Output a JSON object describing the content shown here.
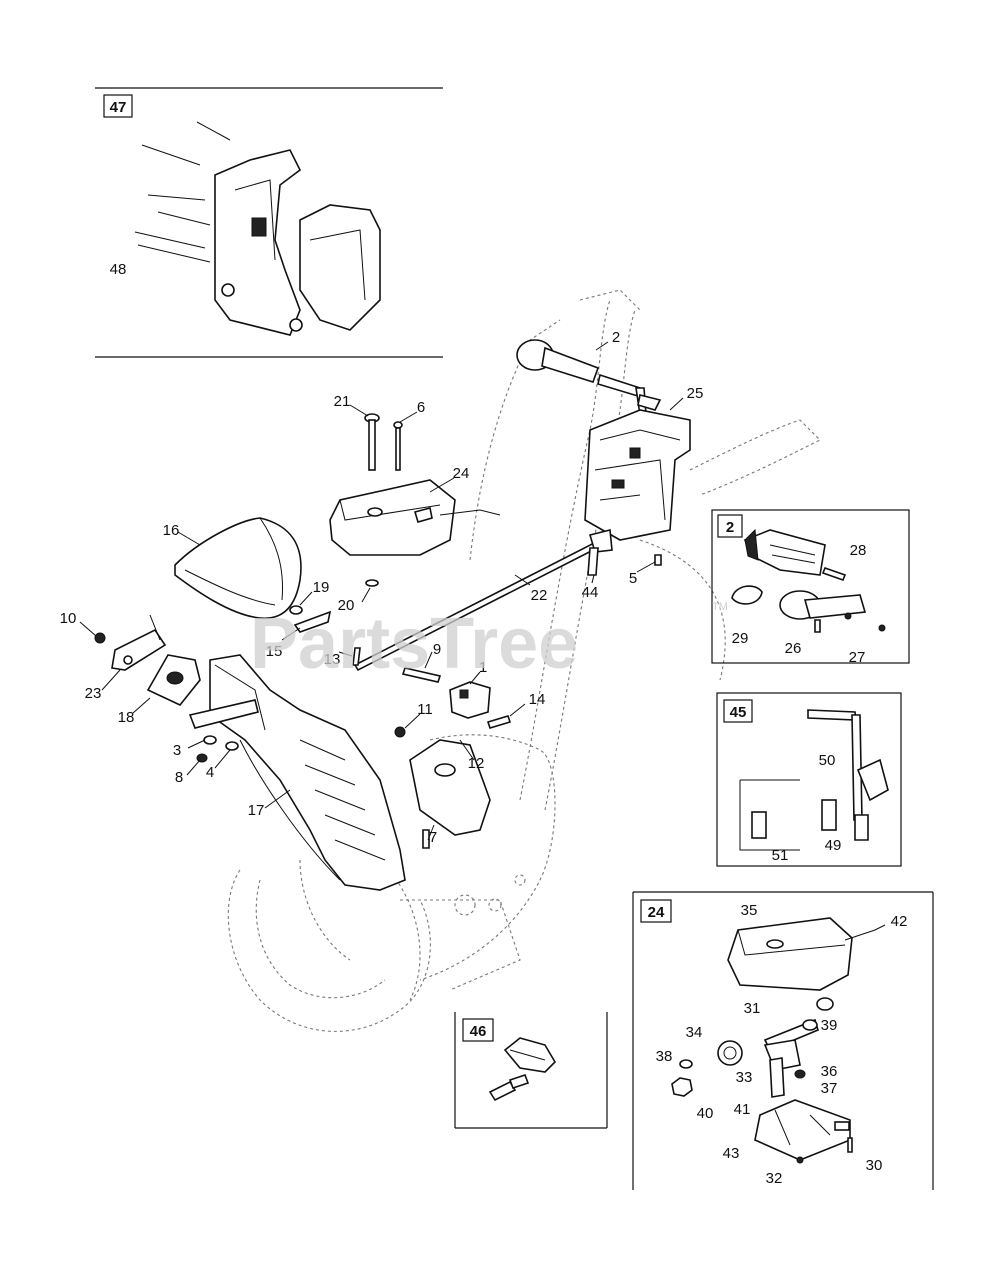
{
  "watermark": {
    "text": "PartsTree",
    "trademark": "TM"
  },
  "insets": {
    "box_47": {
      "tag": "47",
      "callouts": [
        "48"
      ]
    },
    "box_2": {
      "tag": "2",
      "callouts": [
        "28",
        "29",
        "26",
        "27"
      ]
    },
    "box_45": {
      "tag": "45",
      "callouts": [
        "50",
        "51",
        "49"
      ]
    },
    "box_46": {
      "tag": "46",
      "callouts": []
    },
    "box_24": {
      "tag": "24",
      "callouts": [
        "35",
        "42",
        "31",
        "39",
        "34",
        "38",
        "36",
        "33",
        "37",
        "40",
        "41",
        "43",
        "32",
        "30"
      ]
    }
  },
  "main_callouts": [
    "2",
    "25",
    "21",
    "6",
    "24",
    "16",
    "19",
    "20",
    "22",
    "44",
    "5",
    "10",
    "15",
    "13",
    "9",
    "1",
    "14",
    "23",
    "18",
    "11",
    "3",
    "8",
    "4",
    "12",
    "17",
    "7"
  ]
}
